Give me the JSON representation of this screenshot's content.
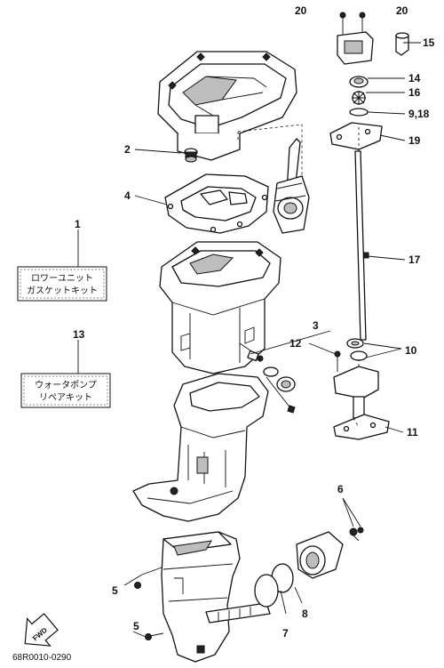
{
  "callouts": {
    "c1": "1",
    "c2": "2",
    "c3": "3",
    "c4": "4",
    "c5a": "5",
    "c5b": "5",
    "c6": "6",
    "c7": "7",
    "c8": "8",
    "c9_18": "9,18",
    "c10": "10",
    "c11": "11",
    "c12": "12",
    "c13": "13",
    "c14": "14",
    "c15": "15",
    "c16": "16",
    "c17": "17",
    "c19": "19",
    "c20a": "20",
    "c20b": "20"
  },
  "kits": {
    "lower_unit": {
      "line1": "ロワーユニット",
      "line2": "ガスケットキット"
    },
    "water_pump": {
      "line1": "ウォータポンプ",
      "line2": "リペアキット"
    }
  },
  "fwd_label": "FWD",
  "doc_code": "68R0010-0290"
}
